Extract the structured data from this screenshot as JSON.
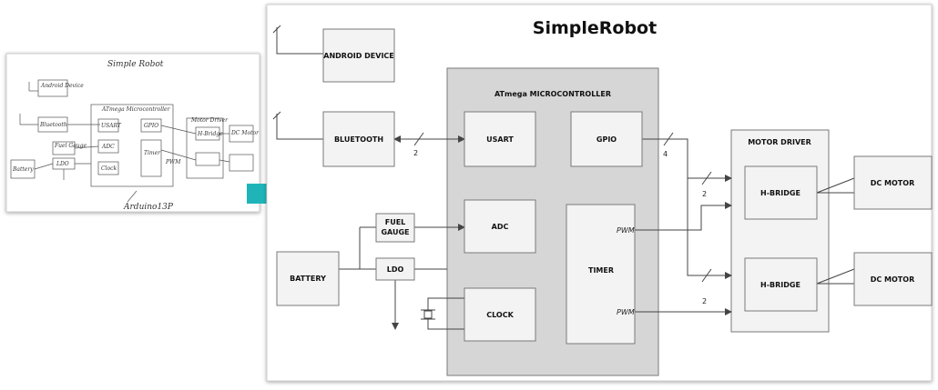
{
  "sketch": {
    "title": "Simple Robot",
    "android": "Android Device",
    "bluetooth": "Bluetooth",
    "mcu": "ATmega Microcontroller",
    "usart": "USART",
    "adc": "ADC",
    "gpio": "GPIO",
    "timer": "Timer",
    "clock": "Clock",
    "fuel_gauge": "Fuel Gauge",
    "ldo": "LDO",
    "battery": "Battery",
    "motor_driver": "Motor Driver",
    "hbridge": "H-Bridge",
    "dc_motor": "DC Motor",
    "pwm": "PWM",
    "footer": "Arduino13P"
  },
  "diagram": {
    "title": "SimpleRobot",
    "android_device": "ANDROID DEVICE",
    "bluetooth": "BLUETOOTH",
    "mcu": "ATmega MICROCONTROLLER",
    "usart": "USART",
    "gpio": "GPIO",
    "adc": "ADC",
    "timer": "TIMER",
    "clock": "CLOCK",
    "fuel_gauge_1": "FUEL",
    "fuel_gauge_2": "GAUGE",
    "ldo": "LDO",
    "battery": "BATTERY",
    "motor_driver": "MOTOR DRIVER",
    "hbridge_1": "H-BRIDGE",
    "hbridge_2": "H-BRIDGE",
    "dc_motor_1": "DC MOTOR",
    "dc_motor_2": "DC MOTOR",
    "pwm_1": "PWM",
    "pwm_2": "PWM",
    "bus_bt": "2",
    "bus_gpio": "4",
    "bus_hb1": "2",
    "bus_hb2": "2"
  },
  "colors": {
    "arrow": "#1fb5b8",
    "mcu_fill": "#d6d6d6",
    "box_fill": "#f3f3f3",
    "line": "#444444"
  }
}
